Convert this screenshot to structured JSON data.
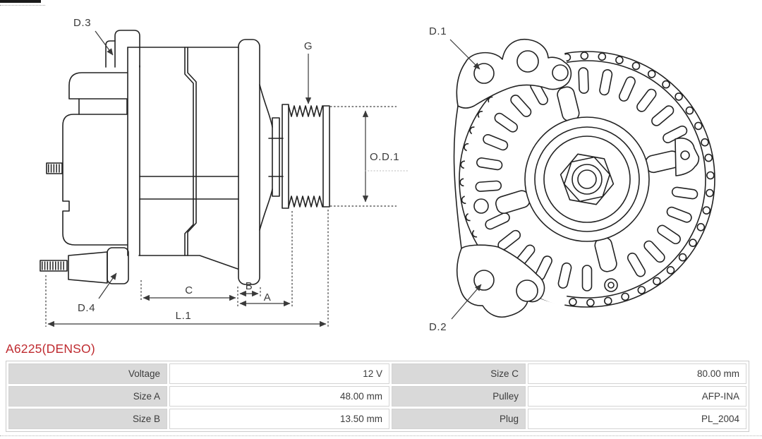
{
  "part_header": {
    "part_number": "A6225(DENSO)",
    "color": "#bf2b30"
  },
  "diagram": {
    "stroke_color": "#222222",
    "side_view_labels": {
      "d3": "D.3",
      "d4": "D.4",
      "g": "G",
      "od1": "O.D.1",
      "c": "C",
      "b": "B",
      "a": "A",
      "l1": "L.1"
    },
    "front_view_labels": {
      "d1": "D.1",
      "d2": "D.2"
    }
  },
  "spec_table": {
    "label_bg": "#d9d9d9",
    "border_color": "#cbcbcb",
    "text_color": "#3c3c3c",
    "rows": [
      [
        {
          "label": "Voltage",
          "value": "12 V"
        },
        {
          "label": "Size C",
          "value": "80.00 mm"
        }
      ],
      [
        {
          "label": "Size A",
          "value": "48.00 mm"
        },
        {
          "label": "Pulley",
          "value": "AFP-INA"
        }
      ],
      [
        {
          "label": "Size B",
          "value": "13.50 mm"
        },
        {
          "label": "Plug",
          "value": "PL_2004"
        }
      ]
    ]
  }
}
